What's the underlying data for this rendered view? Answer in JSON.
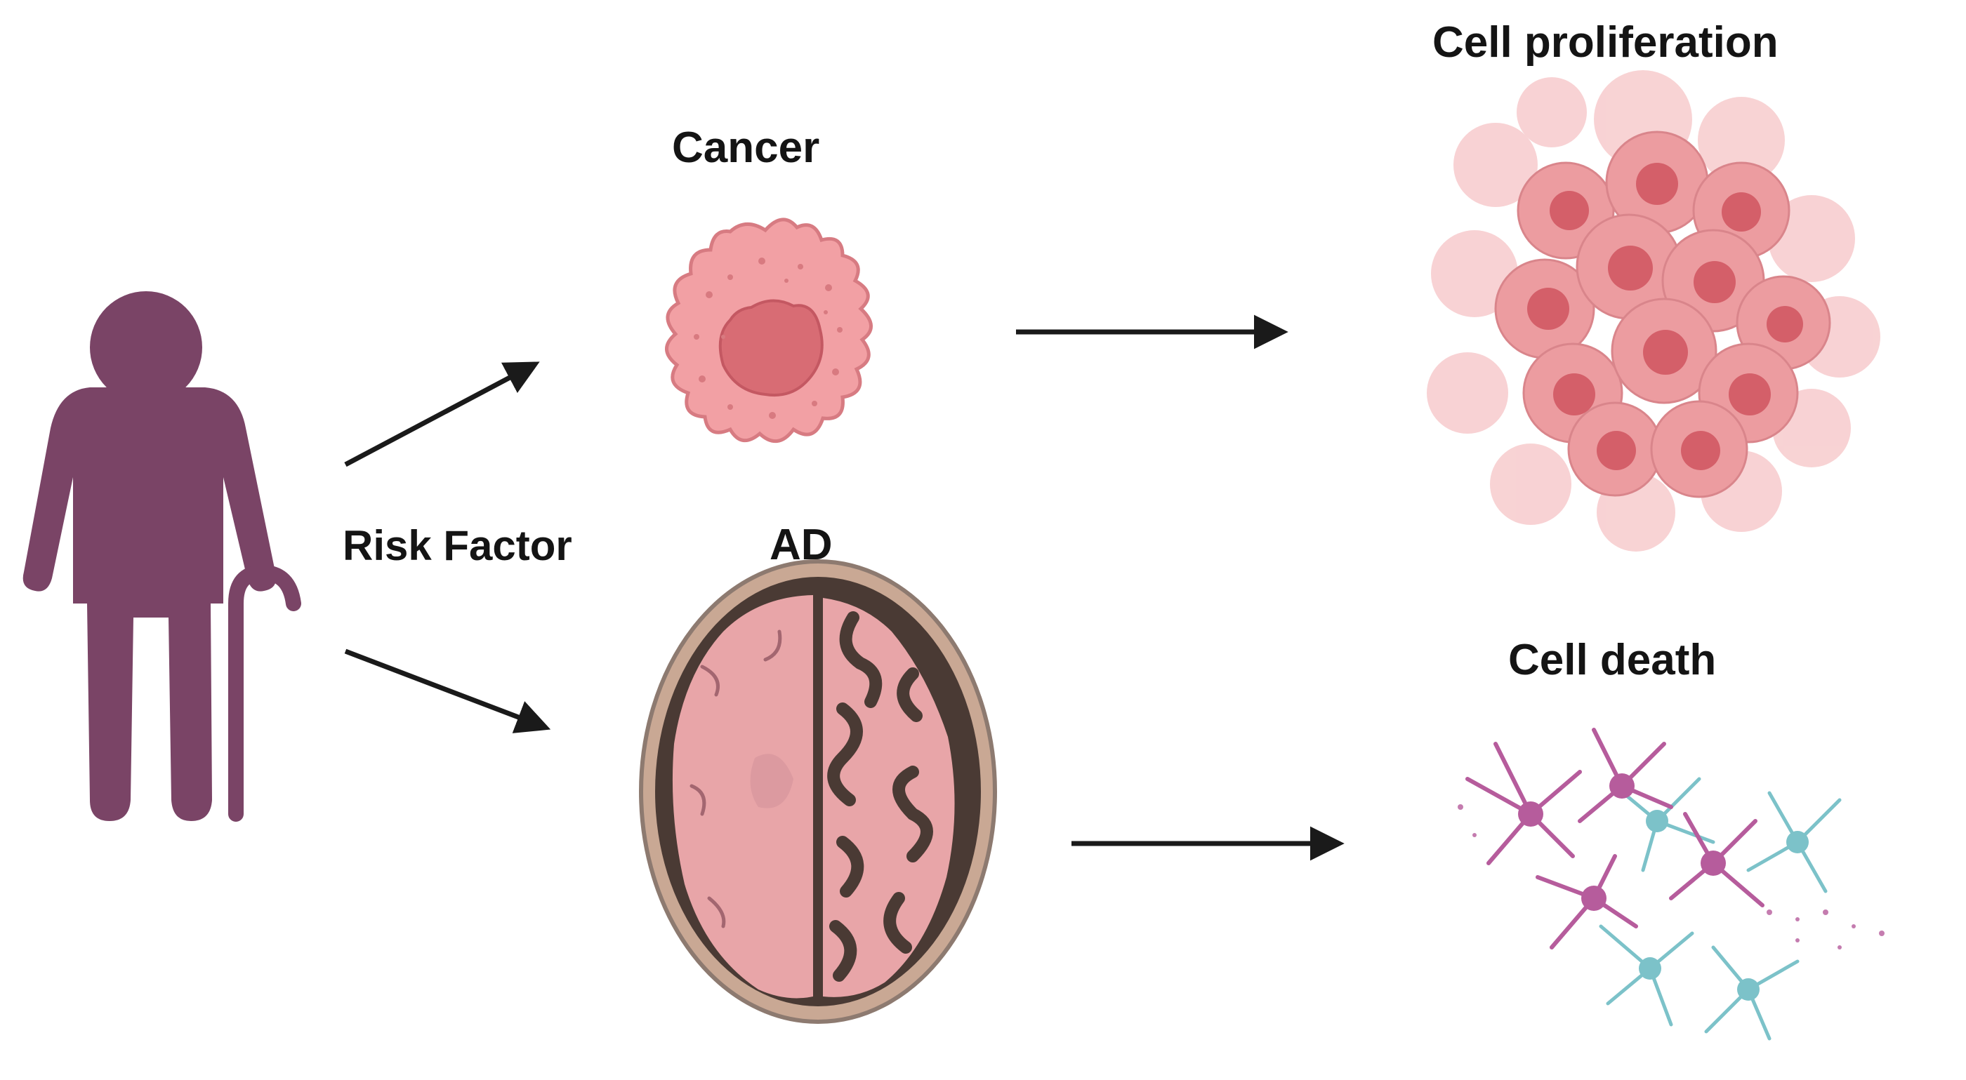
{
  "labels": {
    "risk_factor": "Risk Factor",
    "cancer": "Cancer",
    "ad": "AD",
    "cell_proliferation": "Cell proliferation",
    "cell_death": "Cell death"
  },
  "icons": {
    "person": "elderly-person-with-cane-icon",
    "cancer_cell": "cancer-cell-icon",
    "brain": "brain-cross-section-icon",
    "proliferation": "cell-cluster-icon",
    "death": "neuron-network-icon"
  },
  "colors": {
    "person": "#7a4466",
    "cell_light": "#f2a0a4",
    "cell_dark": "#d86c74",
    "brain_pink": "#e8a5a8",
    "brain_dark": "#4a3a34",
    "brain_rim": "#c9a894",
    "neuron_purple": "#b65c9c",
    "neuron_teal": "#7cc2c9",
    "arrow": "#1a1a1a"
  }
}
